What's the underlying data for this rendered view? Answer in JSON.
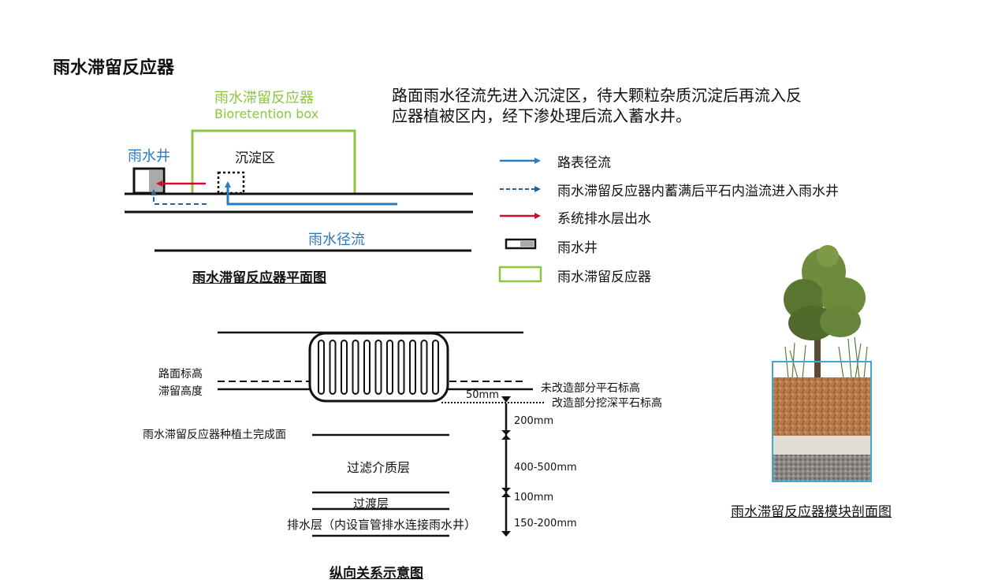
{
  "page_title": "雨水滞留反应器",
  "description": [
    "路面雨水径流先进入沉淀区，待大颗粒杂质沉淀后再流入反",
    "应器植被区内，经下渗处理后流入蓄水井。"
  ],
  "plan": {
    "box_label_cn": "雨水滞留反应器",
    "box_label_en": "Bioretention box",
    "well_label": "雨水井",
    "settling_label": "沉淀区",
    "runoff_label": "雨水径流",
    "caption": "雨水滞留反应器平面图"
  },
  "legend": [
    {
      "icon": "blue-arrow-icon",
      "label": "路表径流"
    },
    {
      "icon": "dashed-blue-arrow-icon",
      "label": "雨水滞留反应器内蓄满后平石内溢流进入雨水井"
    },
    {
      "icon": "red-arrow-icon",
      "label": "系统排水层出水"
    },
    {
      "icon": "rain-well-icon",
      "label": "雨水井"
    },
    {
      "icon": "green-box-icon",
      "label": "雨水滞留反应器"
    }
  ],
  "section": {
    "road_elev": "路面标高",
    "retention_height": "滞留高度",
    "curb_unmodified": "未改造部分平石标高",
    "curb_modified": "改造部分挖深平石标高",
    "planting_surface": "雨水滞留反应器种植土完成面",
    "filter_layer": "过滤介质层",
    "transition_layer": "过渡层",
    "drain_layer": "排水层（内设盲管排水连接雨水井）",
    "dims": [
      "50mm",
      "200mm",
      "400-500mm",
      "100mm",
      "150-200mm"
    ],
    "caption": "纵向关系示意图"
  },
  "module": {
    "caption": "雨水滞留反应器模块剖面图"
  },
  "colors": {
    "green": "#8cc63f",
    "blue": "#2b7bbf",
    "red": "#c8102e",
    "dashed_blue": "#2f5f9a"
  }
}
